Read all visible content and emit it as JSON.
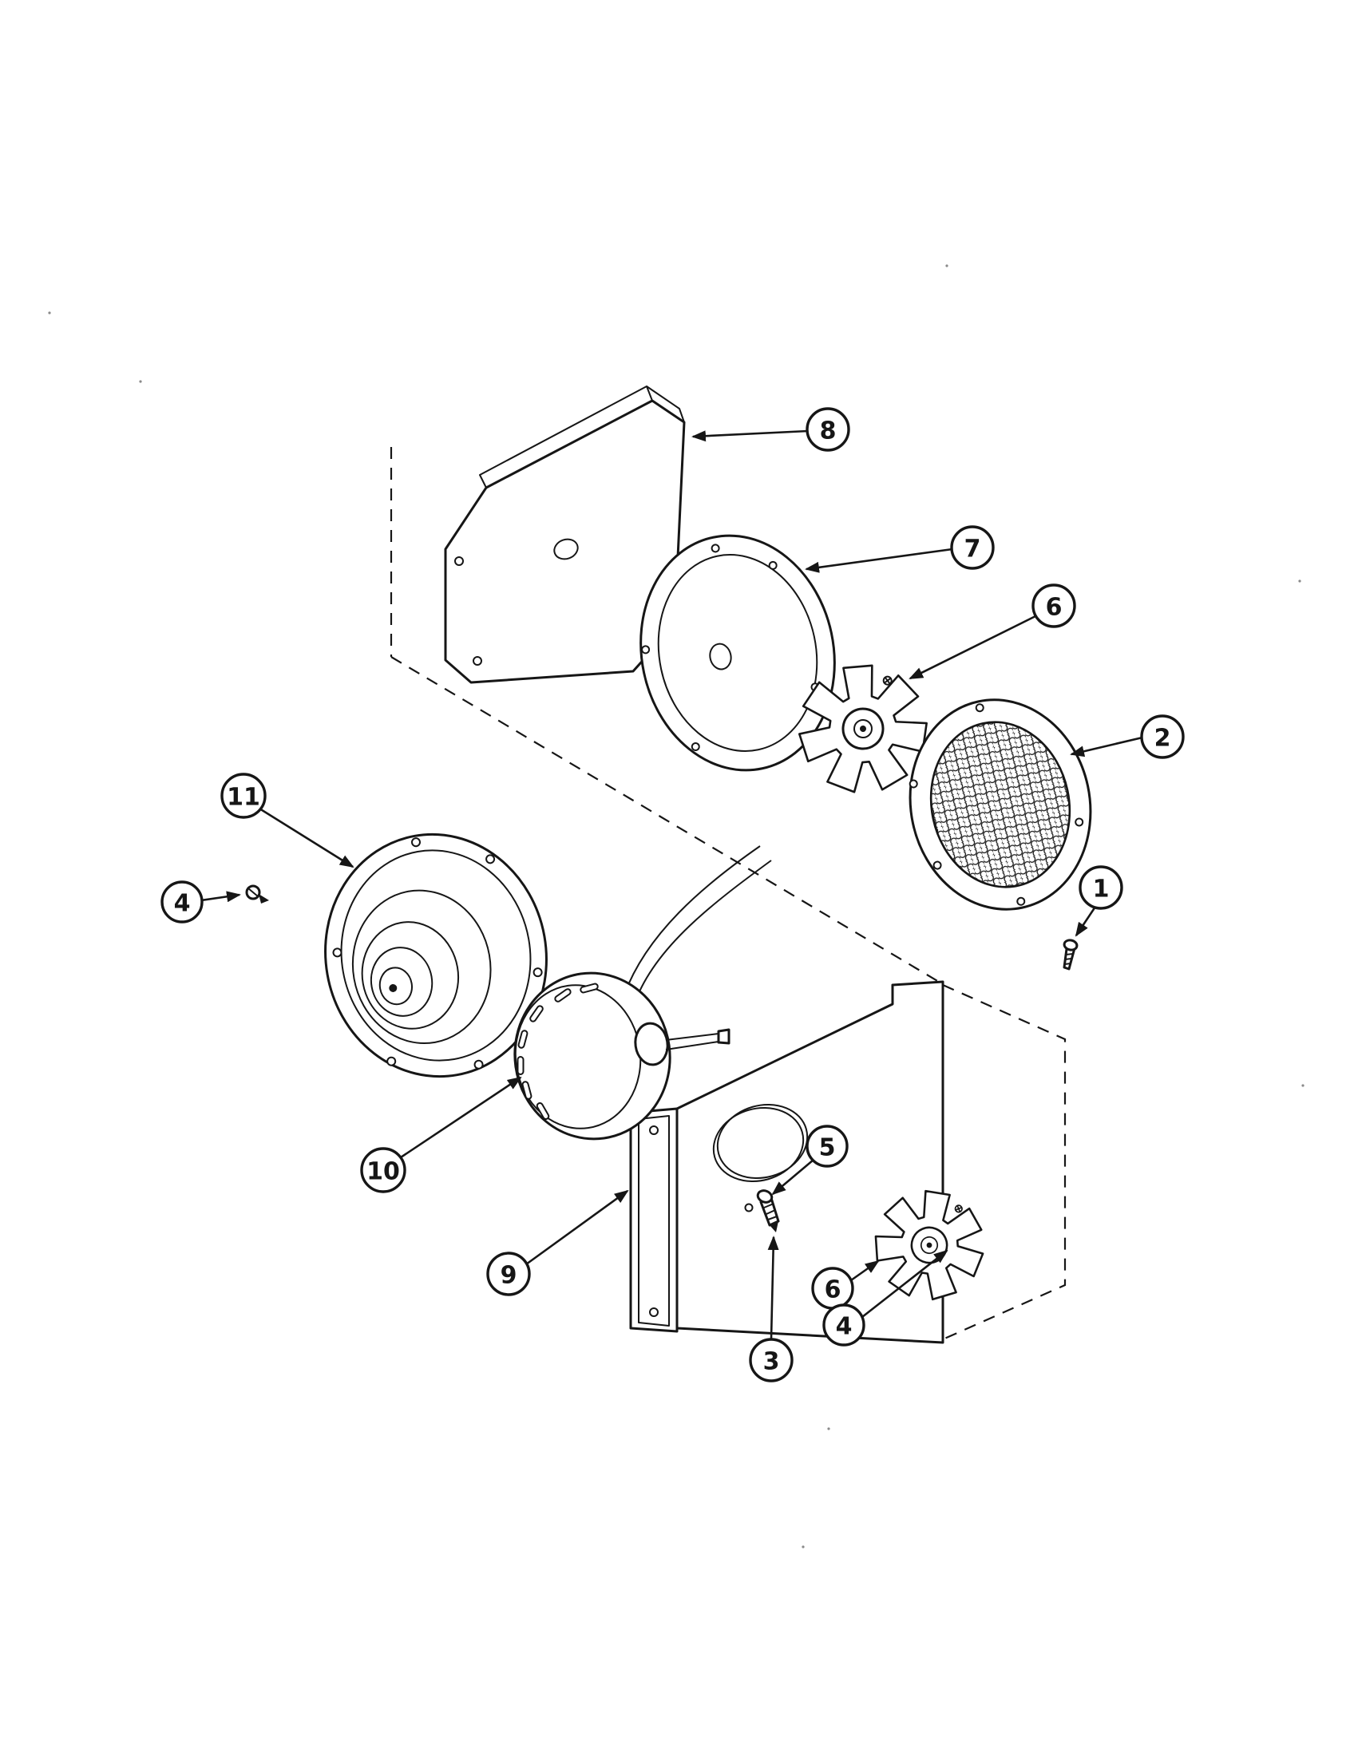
{
  "document": {
    "kind": "exploded-parts-diagram",
    "background_color": "#ffffff",
    "ink_color": "#161616"
  },
  "callouts": [
    {
      "number": "8"
    },
    {
      "number": "7"
    },
    {
      "number": "6"
    },
    {
      "number": "2"
    },
    {
      "number": "1"
    },
    {
      "number": "11"
    },
    {
      "number": "4"
    },
    {
      "number": "10"
    },
    {
      "number": "9"
    },
    {
      "number": "5"
    },
    {
      "number": "3"
    },
    {
      "number": "6"
    },
    {
      "number": "4"
    }
  ]
}
